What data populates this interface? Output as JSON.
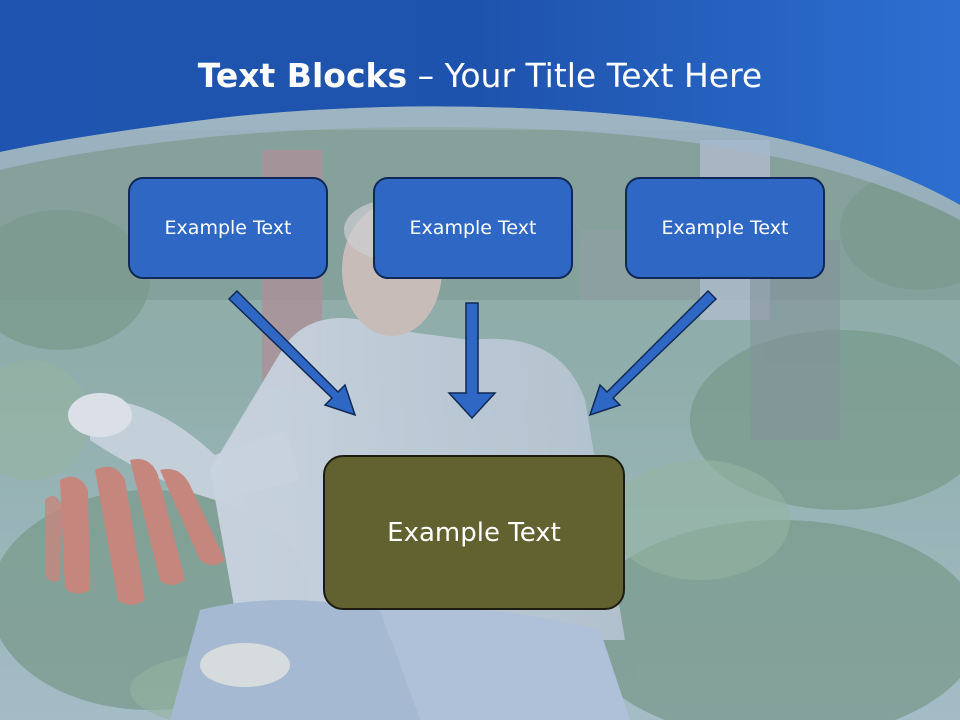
{
  "slide": {
    "title_bold": "Text Blocks",
    "title_dash": " – ",
    "title_rest": "Your Title Text Here",
    "blocks": [
      {
        "label": "Example Text"
      },
      {
        "label": "Example Text"
      },
      {
        "label": "Example Text"
      }
    ],
    "main_block": {
      "label": "Example Text"
    }
  },
  "colors": {
    "header_blue": "#2a63c0",
    "block_fill": "#2f68c4",
    "block_border": "#0f2855",
    "main_block_fill": "#626130",
    "arrow_fill": "#2f68c4",
    "title_text": "#ffffff"
  },
  "icons": [
    "arrow-down-right-icon",
    "arrow-down-icon",
    "arrow-down-left-icon"
  ]
}
